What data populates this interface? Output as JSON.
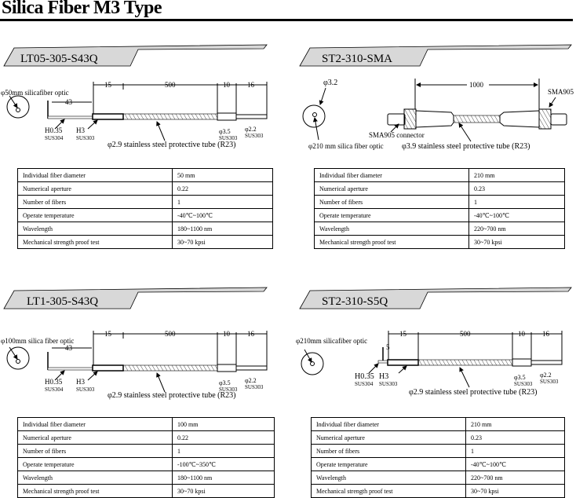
{
  "title": "Silica Fiber M3 Type",
  "colors": {
    "header_fill": "#d8d8d8",
    "ink": "#000000"
  },
  "sections": [
    {
      "model": "LT05-305-S43Q",
      "diagram": {
        "core": "φ50mm silicafiber optic",
        "dims": {
          "d43": "43",
          "d15": "15",
          "d500": "500",
          "d10": "10",
          "d16": "16"
        },
        "needle": "H0.35",
        "needle_mat": "SUS304",
        "ferrule": "H3",
        "ferrule_mat": "SUS303",
        "sleeve": "φ3.5",
        "sleeve_mat": "SUS303",
        "tip": "φ2.2",
        "tip_mat": "SUS303",
        "tube": "φ2.9 stainless steel protective tube (R23)"
      },
      "specs": [
        {
          "label": "Individual fiber diameter",
          "value": "50 mm"
        },
        {
          "label": "Numerical aperture",
          "value": "0.22"
        },
        {
          "label": "Number of fibers",
          "value": "1"
        },
        {
          "label": "Operate temperature",
          "value": "-40℃~100℃"
        },
        {
          "label": "Wavelength",
          "value": "180~1100 nm"
        },
        {
          "label": "Mechanical strength proof test",
          "value": "30~70 kpsi"
        }
      ]
    },
    {
      "model": "ST2-310-SMA",
      "diagram": {
        "outer": "φ3.2",
        "length": "1000",
        "connector_right": "SMA905",
        "connector_left": "SMA905 connector",
        "core": "φ210 mm silica fiber optic",
        "tube": "φ3.9 stainless steel protective tube (R23)"
      },
      "specs": [
        {
          "label": "Individual fiber diameter",
          "value": "210 mm"
        },
        {
          "label": "Numerical aperture",
          "value": "0.23"
        },
        {
          "label": "Number of fibers",
          "value": "1"
        },
        {
          "label": "Operate temperature",
          "value": "-40℃~100℃"
        },
        {
          "label": "Wavelength",
          "value": "220~700 nm"
        },
        {
          "label": "Mechanical strength proof test",
          "value": "30~70 kpsi"
        }
      ]
    },
    {
      "model": "LT1-305-S43Q",
      "diagram": {
        "core": "φ100mm silica fiber optic",
        "dims": {
          "d43": "43",
          "d15": "15",
          "d500": "500",
          "d10": "10",
          "d16": "16"
        },
        "needle": "H0.35",
        "needle_mat": "SUS304",
        "ferrule": "H3",
        "ferrule_mat": "SUS303",
        "sleeve": "φ3.5",
        "sleeve_mat": "SUS303",
        "tip": "φ2.2",
        "tip_mat": "SUS303",
        "tube": "φ2.9 stainless steel protective tube (R23)"
      },
      "specs": [
        {
          "label": "Individual fiber diameter",
          "value": "100 mm"
        },
        {
          "label": "Numerical aperture",
          "value": "0.22"
        },
        {
          "label": "Number of fibers",
          "value": "1"
        },
        {
          "label": "Operate temperature",
          "value": "-100℃~350℃"
        },
        {
          "label": "Wavelength",
          "value": "180~1100 nm"
        },
        {
          "label": "Mechanical strength proof test",
          "value": "30~70 kpsi"
        }
      ]
    },
    {
      "model": "ST2-310-S5Q",
      "diagram": {
        "core": "φ210mm silicafiber optic",
        "dims": {
          "d5": "5",
          "d15": "15",
          "d500": "500",
          "d10": "10",
          "d16": "16"
        },
        "needle": "H0.35",
        "needle_mat": "SUS304",
        "ferrule": "H3",
        "ferrule_mat": "SUS303",
        "sleeve": "φ3.5",
        "sleeve_mat": "SUS303",
        "tip": "φ2.2",
        "tip_mat": "SUS303",
        "tube": "φ2.9 stainless steel protective tube (R23)"
      },
      "specs": [
        {
          "label": "Individual fiber diameter",
          "value": "210 mm"
        },
        {
          "label": "Numerical aperture",
          "value": "0.23"
        },
        {
          "label": "Number of fibers",
          "value": "1"
        },
        {
          "label": "Operate temperature",
          "value": "-40℃~100℃"
        },
        {
          "label": "Wavelength",
          "value": "220~700 nm"
        },
        {
          "label": "Mechanical strength proof test",
          "value": "30~70 kpsi"
        }
      ]
    }
  ]
}
